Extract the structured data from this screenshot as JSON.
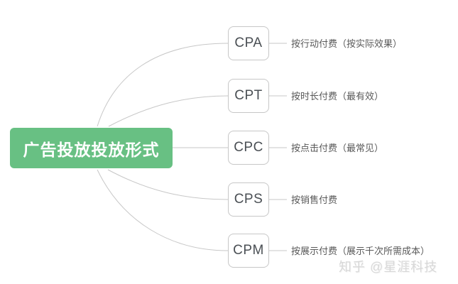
{
  "root": {
    "label": "广告投放投放形式"
  },
  "branches": [
    {
      "code": "CPA",
      "desc": "按行动付费（按实际效果）"
    },
    {
      "code": "CPT",
      "desc": "按时长付费（最有效）"
    },
    {
      "code": "CPC",
      "desc": "按点击付费（最常见）"
    },
    {
      "code": "CPS",
      "desc": "按销售付费"
    },
    {
      "code": "CPM",
      "desc": "按展示付费（展示千次所需成本）"
    }
  ],
  "watermark": "知乎 @星涯科技",
  "colors": {
    "root_bg": "#68c083",
    "root_text": "#ffffff",
    "node_border": "#c7c7c7",
    "node_text": "#4a4f54",
    "desc_text": "#595959",
    "connector": "#c7c7c7",
    "watermark_text": "#d8d8d8",
    "background": "#ffffff"
  }
}
